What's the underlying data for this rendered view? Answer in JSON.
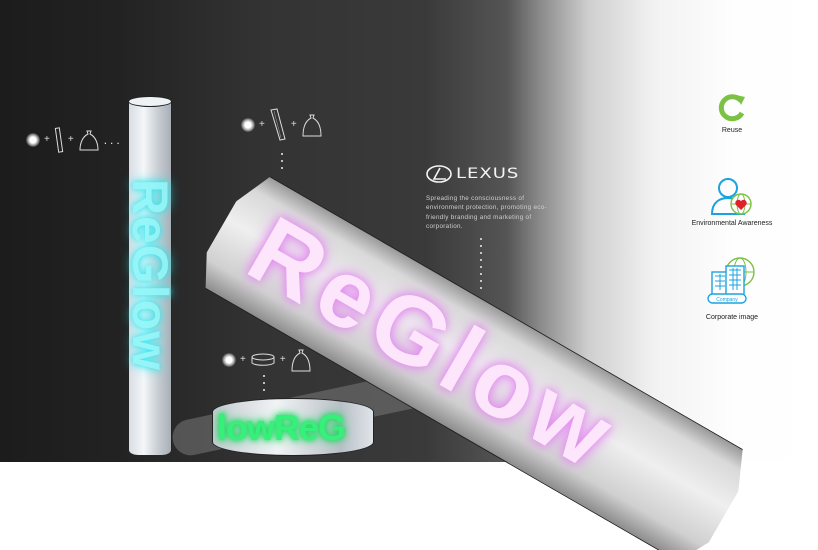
{
  "brand": {
    "name": "LEXUS",
    "description": "Spreading the consciousness of environment protection, promoting eco-friendly branding and marketing of corporation."
  },
  "product": {
    "name": "ReGlow",
    "variants": [
      {
        "id": "stick",
        "text": "ReGlow",
        "glow_color": "#2de6ee"
      },
      {
        "id": "bracelet",
        "text": "lowReG",
        "glow_color": "#12d85a"
      },
      {
        "id": "tube",
        "text": "ReGlow",
        "glow_color": "#e38cf0"
      }
    ]
  },
  "formulas": {
    "stick": {
      "items": [
        "sparkle-icon",
        "+",
        "stick-icon",
        "+",
        "trash-bag-icon"
      ],
      "trailing": "..."
    },
    "tube": {
      "items": [
        "sparkle-icon",
        "+",
        "stick-icon",
        "+",
        "trash-bag-icon"
      ]
    },
    "bracelet": {
      "items": [
        "sparkle-icon",
        "+",
        "bracelet-icon",
        "+",
        "trash-bag-icon"
      ]
    }
  },
  "benefits": [
    {
      "label": "Reuse",
      "icon": "recycle-arrow-icon",
      "color": "#7bc143"
    },
    {
      "label": "Environmental Awareness",
      "icon": "person-globe-heart-icon",
      "color": "#1aa3e0"
    },
    {
      "label": "Corporate image",
      "icon": "building-globe-icon",
      "color": "#1aa3e0",
      "badge": "Company"
    }
  ],
  "colors": {
    "backdrop_dark": "#1c1c1c",
    "backdrop_light": "#ffffff",
    "accent_green": "#7bc143",
    "accent_blue": "#1aa3e0",
    "heart_red": "#e0202a"
  }
}
